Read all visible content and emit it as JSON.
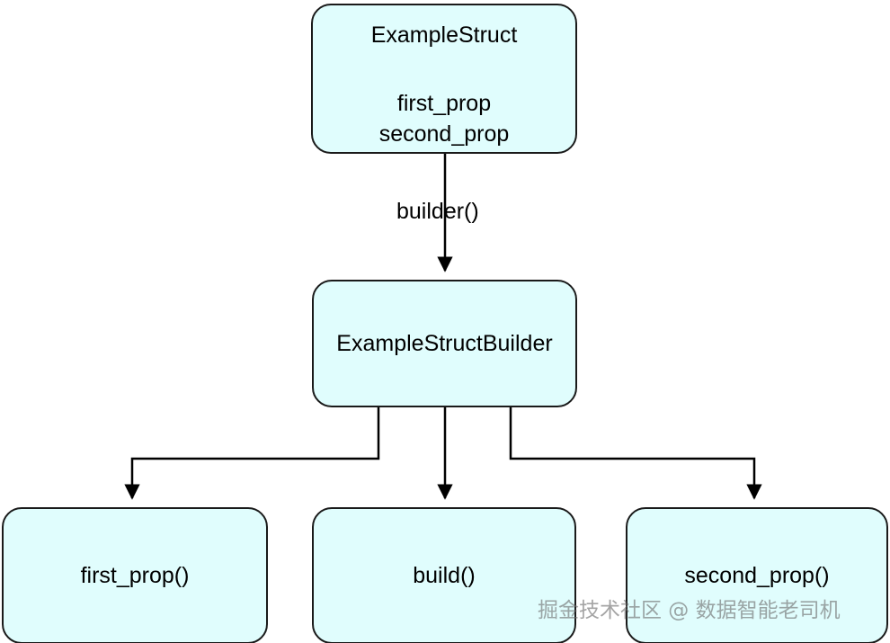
{
  "diagram": {
    "title": "ExampleStruct builder pattern diagram",
    "colors": {
      "node_fill": "#e0fdfd",
      "node_stroke": "#1a1a1a",
      "edge_stroke": "#000000",
      "text": "#000000",
      "background": "#ffffff",
      "watermark": "#6e6e6e"
    },
    "nodes": {
      "example_struct": {
        "title": "ExampleStruct",
        "fields": [
          "first_prop",
          "second_prop"
        ]
      },
      "example_struct_builder": {
        "title": "ExampleStructBuilder"
      },
      "first_prop_method": {
        "title": "first_prop()"
      },
      "build_method": {
        "title": "build()"
      },
      "second_prop_method": {
        "title": "second_prop()"
      }
    },
    "edges": {
      "struct_to_builder": {
        "label": "builder()",
        "from": "ExampleStruct",
        "to": "ExampleStructBuilder"
      },
      "builder_to_first_prop": {
        "label": "",
        "from": "ExampleStructBuilder",
        "to": "first_prop()"
      },
      "builder_to_build": {
        "label": "",
        "from": "ExampleStructBuilder",
        "to": "build()"
      },
      "builder_to_second_prop": {
        "label": "",
        "from": "ExampleStructBuilder",
        "to": "second_prop()"
      }
    },
    "watermark": {
      "text": "掘金技术社区 @ 数据智能老司机"
    }
  }
}
